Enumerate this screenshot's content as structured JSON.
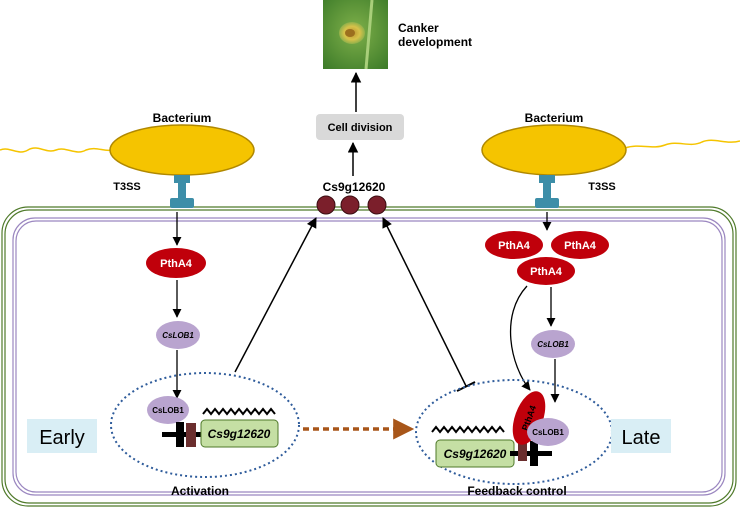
{
  "top": {
    "outcome_label_line1": "Canker",
    "outcome_label_line2": "development",
    "cell_division_label": "Cell division",
    "cs_gene_label": "Cs9g12620"
  },
  "left_bacterium": {
    "label": "Bacterium",
    "secretion_label": "T3SS"
  },
  "right_bacterium": {
    "label": "Bacterium",
    "secretion_label": "T3SS"
  },
  "left_path": {
    "effector_label": "PthA4",
    "regulator_label": "CsLOB1"
  },
  "right_path": {
    "effector_labels": [
      "PthA4",
      "PthA4",
      "PthA4"
    ],
    "regulator_label": "CsLOB1"
  },
  "left_nucleus": {
    "bound_protein_label": "CsLOB1",
    "gene_label": "Cs9g12620",
    "stage_label": "Early",
    "caption": "Activation"
  },
  "right_nucleus": {
    "effector_label": "PthA4",
    "bound_protein_label": "CsLOB1",
    "gene_label": "Cs9g12620",
    "stage_label": "Late",
    "caption": "Feedback control"
  },
  "colors": {
    "bacterium_fill": "#f5c400",
    "bacterium_stroke": "#b08800",
    "t3ss_fill": "#3d8ea8",
    "effector_fill": "#c0000b",
    "regulator_fill": "#b9a4cf",
    "protein_dot_fill": "#7b1f2b",
    "gene_box_fill": "#c5dfa4",
    "stage_box_fill": "#d9eef5",
    "cell_division_box": "#d9d9d9",
    "membrane_outer": "#4f7a2a",
    "membrane_inner": "#9b87c0",
    "dashed_arrow": "#a8561a",
    "nucleus_stroke": "#2f5c9b"
  }
}
